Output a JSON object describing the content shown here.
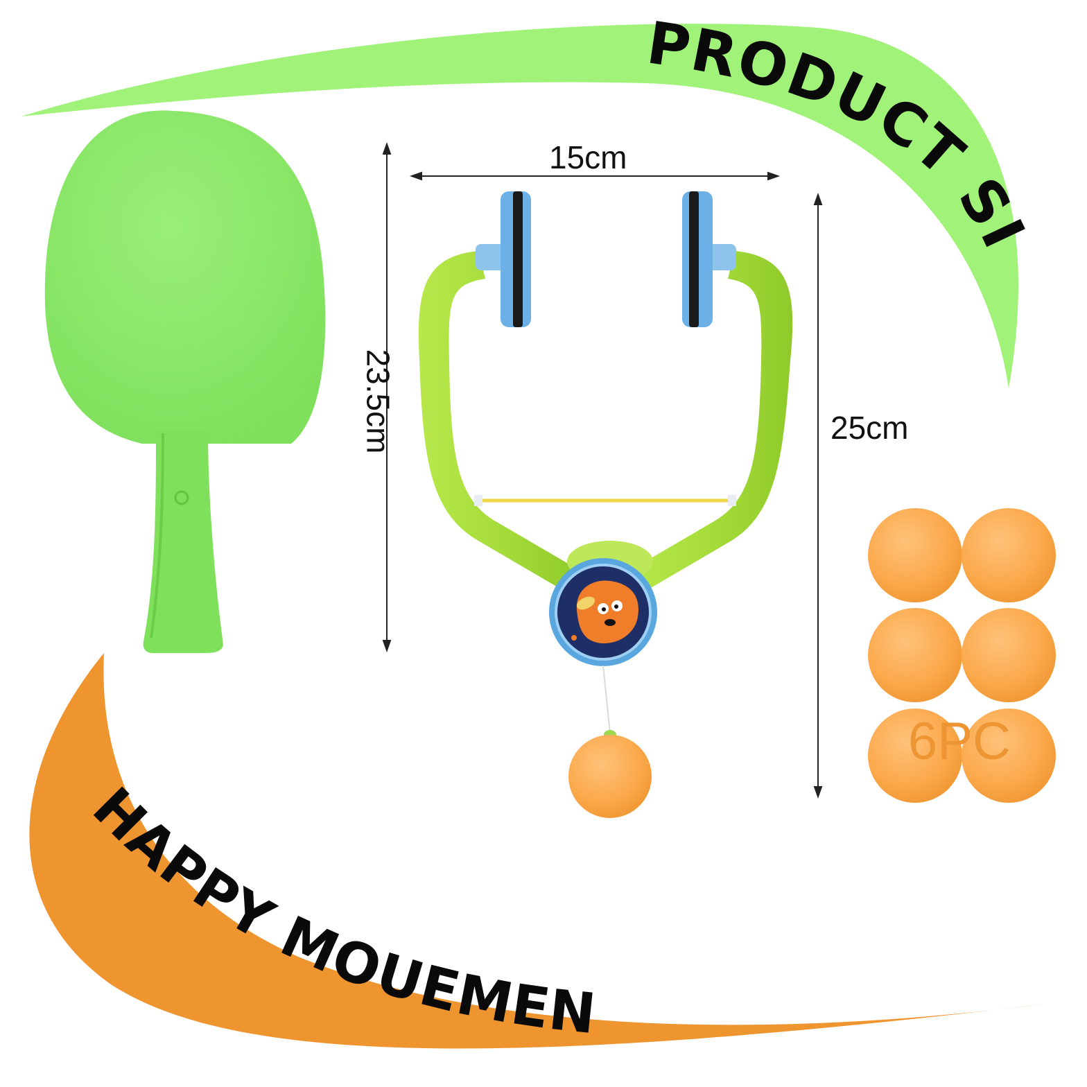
{
  "banner_top": {
    "text": "PRODUCT SIZE",
    "color": "#a0f279"
  },
  "banner_bottom": {
    "text": "HAPPY MOUEMENT",
    "color": "#ef9530"
  },
  "dimensions": {
    "width": "15cm",
    "paddle_height": "23.5cm",
    "frame_height": "25cm"
  },
  "balls": {
    "count_label": "6PC",
    "color": "#fba94c"
  },
  "colors": {
    "paddle": "#8de86a",
    "frame": "#a8df3c",
    "accent_blue": "#6bb0e6",
    "count_text": "#ee9533"
  }
}
